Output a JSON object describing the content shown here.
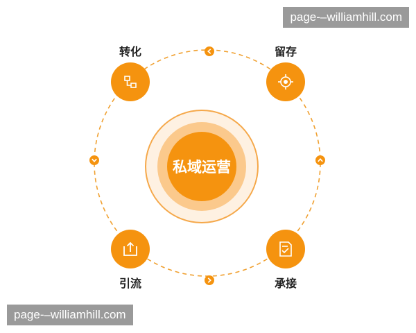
{
  "center": {
    "label": "私域运营"
  },
  "nodes": [
    {
      "key": "convert",
      "label": "转化",
      "icon": "flowchart-icon"
    },
    {
      "key": "retain",
      "label": "留存",
      "icon": "target-icon"
    },
    {
      "key": "acquire",
      "label": "引流",
      "icon": "upload-tray-icon"
    },
    {
      "key": "connect",
      "label": "承接",
      "icon": "document-check-icon"
    }
  ],
  "arrows": [
    {
      "name": "arrow-left-icon",
      "direction": "left"
    },
    {
      "name": "arrow-down-icon",
      "direction": "down"
    },
    {
      "name": "arrow-up-icon",
      "direction": "up"
    },
    {
      "name": "arrow-right-icon",
      "direction": "right"
    }
  ],
  "watermark": {
    "top": "page-–williamhill.com",
    "bottom": "page-–williamhill.com"
  },
  "colors": {
    "accent": "#F5930F",
    "ring_mid": "#FBC98C",
    "ring_outer": "#FEF1E2",
    "ring_stroke": "#F5A84A",
    "orbit": "#F0A030",
    "text": "#222222"
  }
}
